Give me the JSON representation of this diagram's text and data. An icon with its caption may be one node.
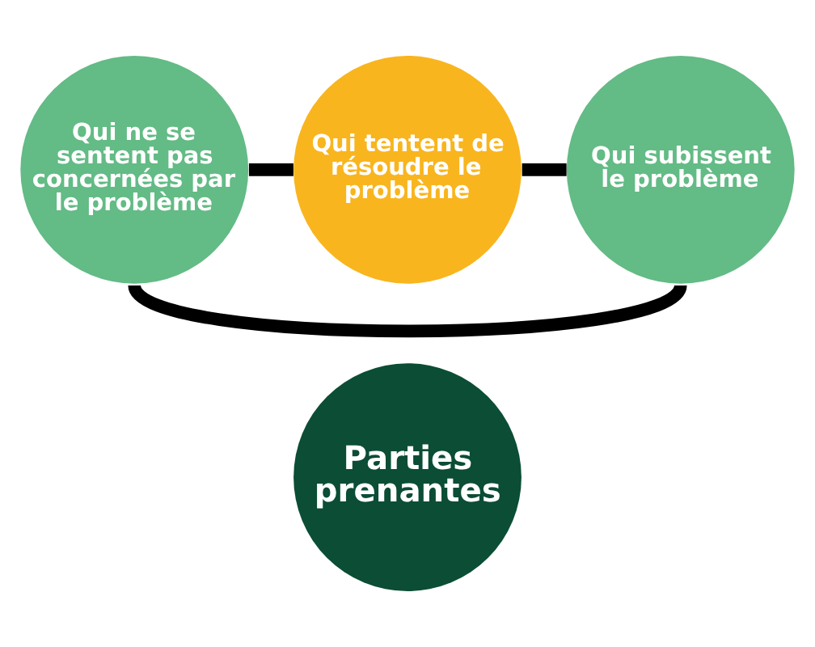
{
  "diagram": {
    "nodes": [
      {
        "text": [
          "Qui tentent de résoudre le problème"
        ]
      },
      {
        "text": [
          "Qui ne se sentent pas concernées par le problème"
        ]
      },
      {
        "text": [
          "Parties prenantes"
        ]
      },
      {
        "text": [
          "Qui subissent le problème"
        ]
      }
    ],
    "edges": [
      {
        "from": 0,
        "to": 3,
        "arrow": "none"
      },
      {
        "from": 3,
        "to": 1,
        "arrow": "none"
      },
      {
        "from": 1,
        "to": 0,
        "arrow": "none"
      }
    ]
  }
}
